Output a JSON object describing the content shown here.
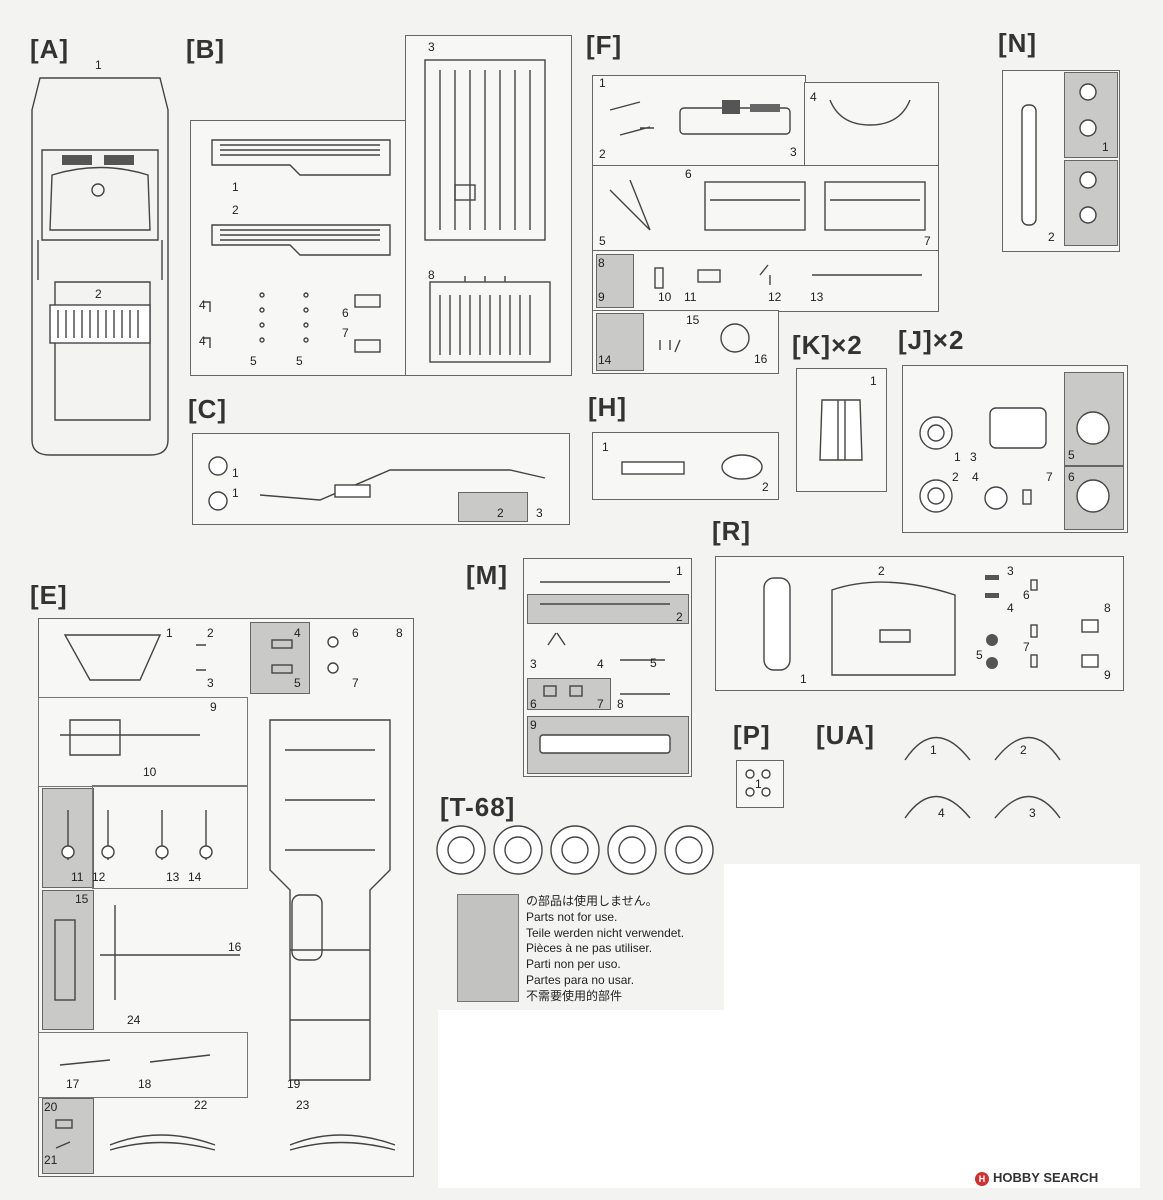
{
  "sprues": {
    "A": {
      "label": "[A]",
      "parts": [
        "1",
        "2"
      ]
    },
    "B": {
      "label": "[B]",
      "parts": [
        "1",
        "2",
        "3",
        "4",
        "4",
        "5",
        "5",
        "6",
        "7",
        "8"
      ]
    },
    "C": {
      "label": "[C]",
      "parts": [
        "1",
        "1",
        "2",
        "3"
      ]
    },
    "E": {
      "label": "[E]",
      "parts": [
        "1",
        "2",
        "3",
        "4",
        "5",
        "6",
        "7",
        "8",
        "9",
        "10",
        "11",
        "12",
        "13",
        "14",
        "15",
        "16",
        "17",
        "18",
        "19",
        "20",
        "21",
        "22",
        "23",
        "24"
      ]
    },
    "F": {
      "label": "[F]",
      "parts": [
        "1",
        "2",
        "3",
        "4",
        "5",
        "6",
        "7",
        "8",
        "9",
        "10",
        "11",
        "12",
        "13",
        "14",
        "15",
        "16"
      ]
    },
    "H": {
      "label": "[H]",
      "parts": [
        "1",
        "2"
      ]
    },
    "K": {
      "label": "[K]×2",
      "parts": [
        "1"
      ]
    },
    "J": {
      "label": "[J]×2",
      "parts": [
        "1",
        "2",
        "3",
        "4",
        "5",
        "6",
        "7"
      ]
    },
    "N": {
      "label": "[N]",
      "parts": [
        "1",
        "2"
      ]
    },
    "R": {
      "label": "[R]",
      "parts": [
        "1",
        "2",
        "3",
        "4",
        "5",
        "6",
        "7",
        "8",
        "9"
      ]
    },
    "M": {
      "label": "[M]",
      "parts": [
        "1",
        "2",
        "3",
        "4",
        "5",
        "6",
        "7",
        "8",
        "9"
      ]
    },
    "P": {
      "label": "[P]",
      "parts": [
        "1"
      ]
    },
    "UA": {
      "label": "[UA]",
      "parts": [
        "1",
        "2",
        "3",
        "4"
      ]
    },
    "T68": {
      "label": "[T-68]"
    }
  },
  "legend": {
    "lines": [
      "の部品は使用しません。",
      "Parts not for use.",
      "Teile werden nicht verwendet.",
      "Pièces à ne pas utiliser.",
      "Parti non per uso.",
      "Partes para no usar.",
      "不需要使用的部件"
    ],
    "gray_color": "#c2c2c0"
  },
  "watermark": "HOBBY SEARCH"
}
